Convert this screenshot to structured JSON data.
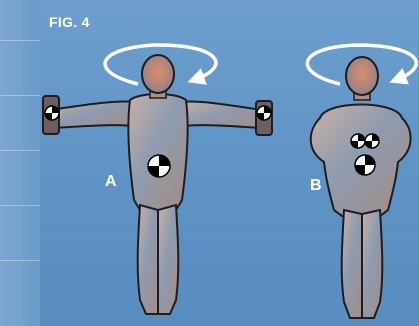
{
  "figure": {
    "title": "FIG. 4",
    "panels": [
      {
        "label": "A",
        "pose": "arms-extended-holding-dumbbells",
        "rotation": "counterclockwise-about-vertical-axis"
      },
      {
        "label": "B",
        "pose": "arms-folded-holding-dumbbells",
        "rotation": "counterclockwise-about-vertical-axis"
      }
    ]
  },
  "colors": {
    "background": "#5f93c4",
    "arrow": "#ffffff",
    "figure_body": "#9a9aa6",
    "center_of_mass_marker": "#000000"
  },
  "icons": [
    "rotation-arrow-icon",
    "center-of-mass-icon",
    "dumbbell-icon"
  ]
}
